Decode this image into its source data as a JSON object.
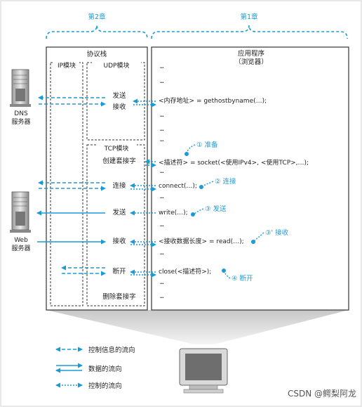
{
  "chapters": {
    "ch2": "第2章",
    "ch1": "第1章"
  },
  "panels": {
    "protocol_stack": "协议栈",
    "app_line1": "应用程序",
    "app_line2": "（浏览器）"
  },
  "modules": {
    "ip": "IP模块",
    "udp": "UDP模块",
    "tcp": "TCP模块"
  },
  "servers": {
    "dns_line1": "DNS",
    "dns_line2": "服务器",
    "web_line1": "Web",
    "web_line2": "服务器"
  },
  "stack_labels": {
    "send_udp": "发送",
    "recv_udp": "接收",
    "create_socket": "创建套接字",
    "connect": "连接",
    "send": "发送",
    "recv": "接收",
    "close": "断开",
    "delete_socket": "删除套接字"
  },
  "app_code": {
    "dots": "…",
    "gethost": "<内存地址> = gethostbyname(…);",
    "socket_l1": "<描述符> = socket(<使用IPv4>, <使用TCP>,…);",
    "connect": "connect(…);",
    "write": "write(…);",
    "read": "<接收数据长度> = read(…);",
    "close": "close(<描述符>);"
  },
  "steps": {
    "s1": "① 准备",
    "s2": "② 连接",
    "s3": "③ 发送",
    "s3p": "③' 接收",
    "s4": "④ 断开"
  },
  "legend": {
    "control_info_flow": "控制信息的流向",
    "data_flow": "数据的流向",
    "control_flow": "控制的流向"
  },
  "watermark": "CSDN @鳄梨阿龙",
  "colors": {
    "accent": "#1a9bd6",
    "line": "#333333",
    "funnel": "#d9d9d9"
  },
  "icons": [
    "dns-server-icon",
    "web-server-icon",
    "computer-monitor-icon"
  ]
}
